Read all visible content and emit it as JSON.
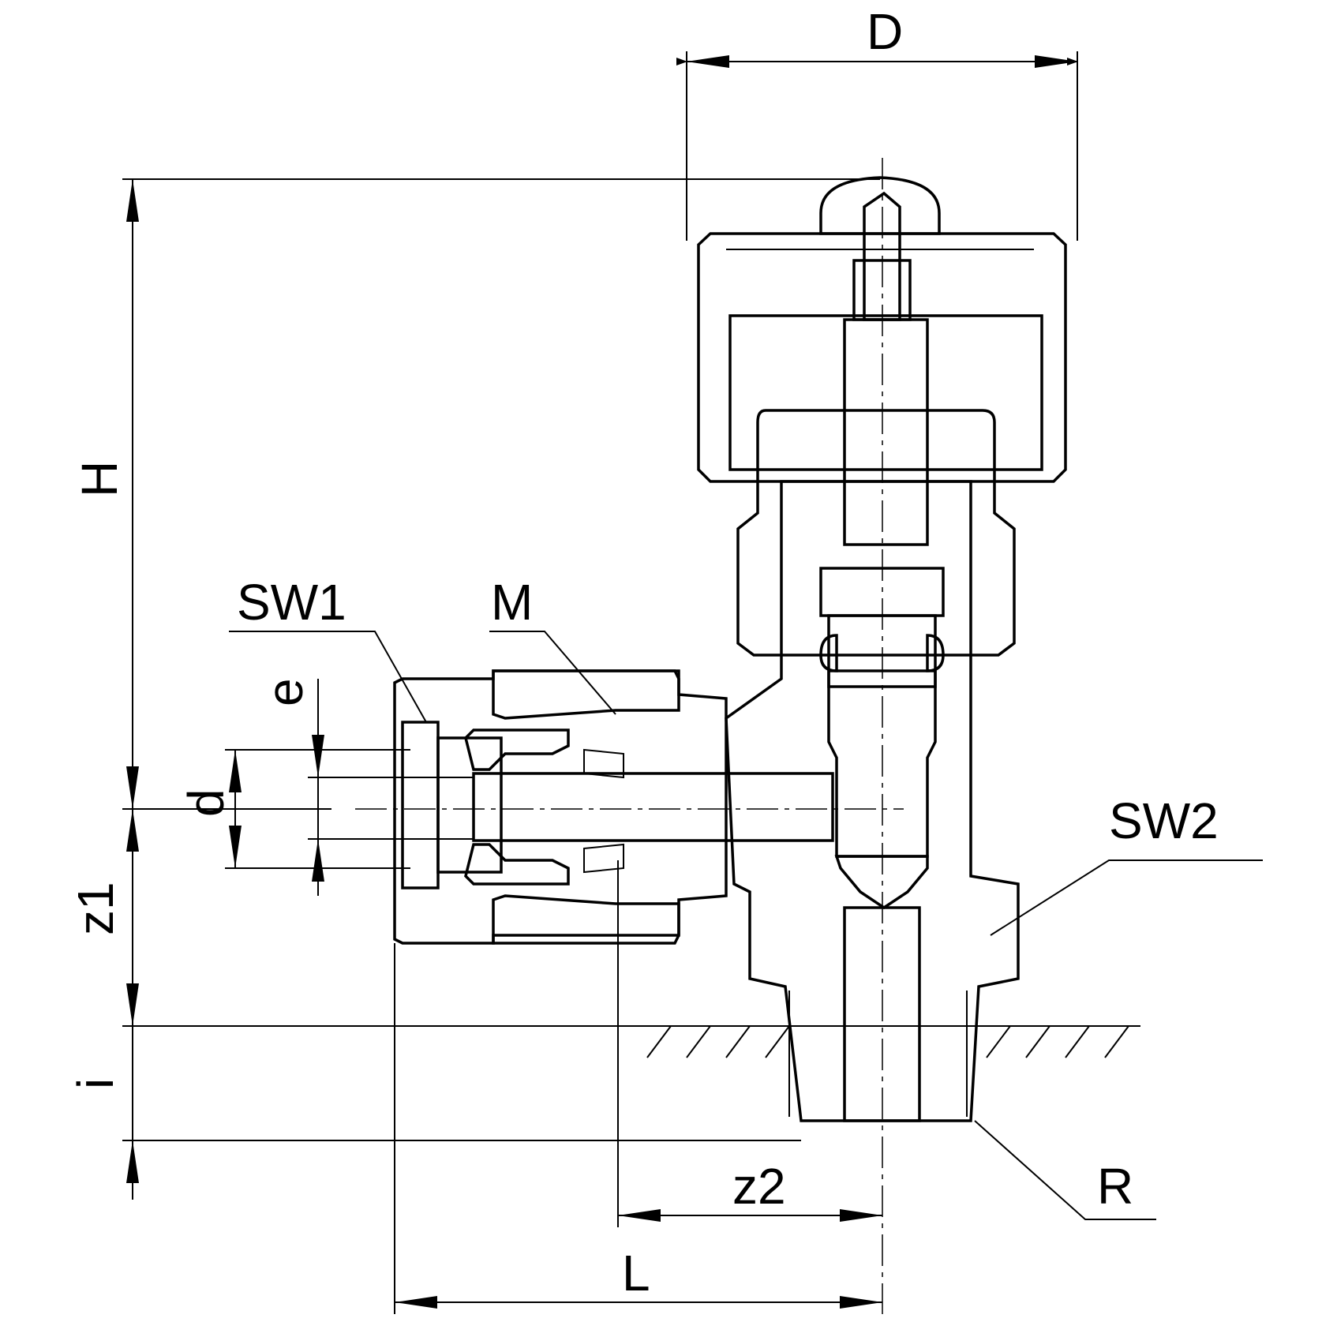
{
  "labels": {
    "D": "D",
    "H": "H",
    "SW1": "SW1",
    "M": "M",
    "e": "e",
    "d": "d",
    "z1": "z1",
    "SW2": "SW2",
    "i": "i",
    "z2": "z2",
    "R": "R",
    "L": "L"
  }
}
